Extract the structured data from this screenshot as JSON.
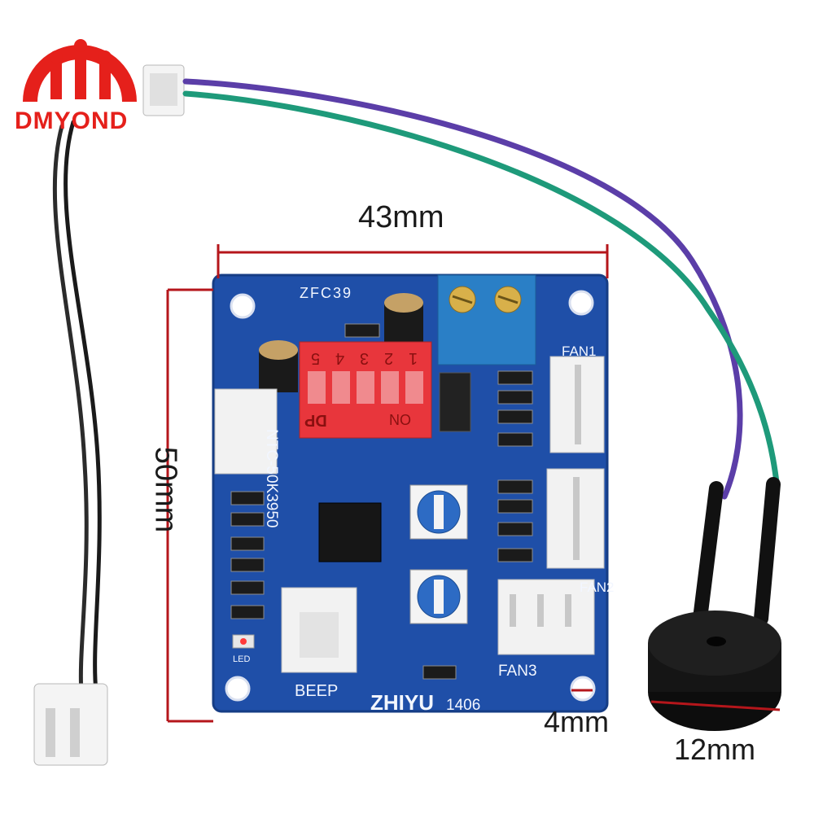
{
  "brand": {
    "name": "DMYOND",
    "color": "#e5201b"
  },
  "dimensions": {
    "width": "43mm",
    "height": "50mm",
    "mount_hole": "4mm",
    "buzzer_diameter": "12mm",
    "line_color": "#b5161b"
  },
  "pcb": {
    "color": "#1f4fa8",
    "model": "ZFC39",
    "maker": "ZHIYU",
    "code": "1406",
    "sensor_label": "NTC-50K3950",
    "beep_label": "BEEP",
    "led_label": "LED",
    "fan_labels": [
      "FAN1",
      "FAN2",
      "FAN3"
    ],
    "dip_switch": {
      "label": "DP",
      "on_label": "ON",
      "positions": [
        "1",
        "2",
        "3",
        "4",
        "5"
      ],
      "color": "#e8363c"
    }
  },
  "wires": {
    "sensor": "#1a1a1a",
    "buzzer_a": "#5b3ea8",
    "buzzer_b": "#1e9a7a"
  }
}
